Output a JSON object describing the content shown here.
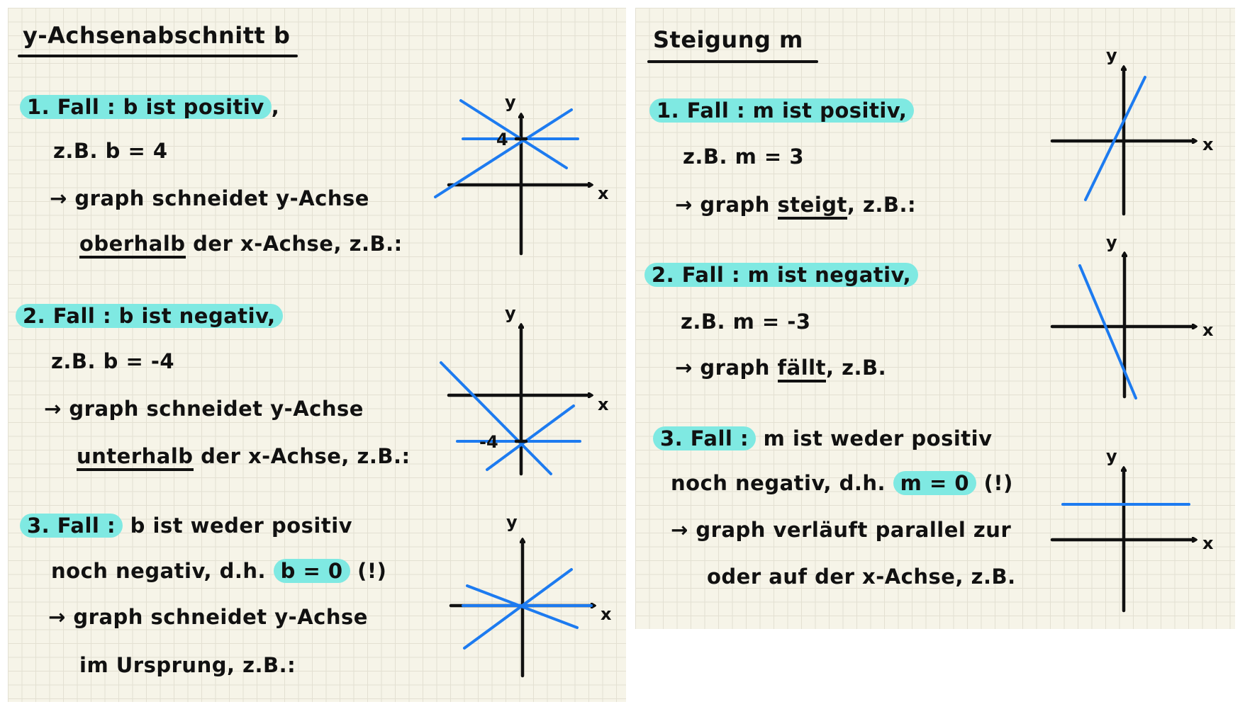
{
  "left": {
    "title": "y-Achsenabschnitt b",
    "case1": {
      "label": "1. Fall : b ist positiv",
      "comma": ",",
      "example": "z.B.  b = 4",
      "line1": "→ graph schneidet y-Achse",
      "underlined": "oberhalb",
      "line2_rest": " der x-Achse, z.B.:",
      "tick": "4"
    },
    "case2": {
      "label": "2. Fall : b ist negativ,",
      "example": "z.B.  b = -4",
      "line1": "→ graph schneidet y-Achse",
      "underlined": "unterhalb",
      "line2_rest": " der x-Achse, z.B.:",
      "tick": "-4"
    },
    "case3": {
      "label": "3. Fall :",
      "label_rest": " b ist weder positiv",
      "line2_pre": "noch negativ, d.h. ",
      "highlight": "b = 0",
      "exclaim": " (!)",
      "line3": "→ graph schneidet y-Achse",
      "line4": "im Ursprung, z.B.:"
    }
  },
  "right": {
    "title": "Steigung m",
    "case1": {
      "label": "1. Fall : m ist positiv,",
      "example": "z.B.  m = 3",
      "pre": "→ graph ",
      "underlined": "steigt",
      "post": ", z.B.:"
    },
    "case2": {
      "label": "2. Fall : m ist negativ,",
      "example": "z.B.  m = -3",
      "pre": "→ graph ",
      "underlined": "fällt",
      "post": ", z.B."
    },
    "case3": {
      "label": "3. Fall :",
      "label_rest": " m ist weder positiv",
      "line2_pre": "noch negativ, d.h. ",
      "highlight": "m = 0",
      "exclaim": " (!)",
      "line3": "→ graph verläuft parallel zur",
      "line4": "oder auf der x-Achse, z.B."
    }
  },
  "axes": {
    "x": "x",
    "y": "y"
  },
  "colors": {
    "highlight": "#7fe9e2",
    "line": "#1d7bf0",
    "paper": "#f6f4e8"
  }
}
